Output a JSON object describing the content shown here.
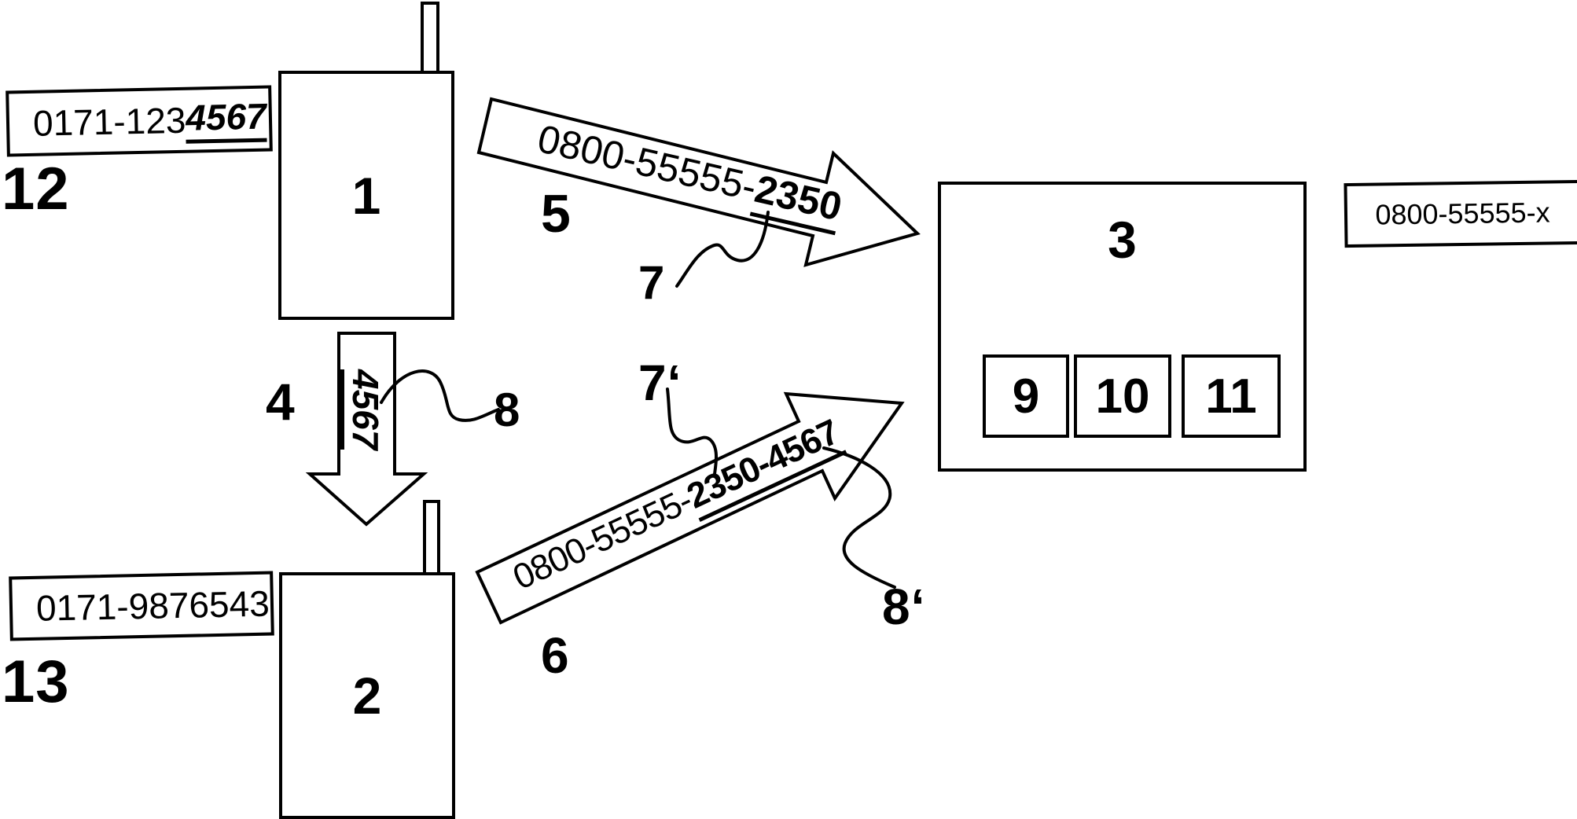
{
  "palette": {
    "ink": "#000000",
    "background": "#ffffff"
  },
  "boxes": {
    "phone1": {
      "ref": "1"
    },
    "phone2": {
      "ref": "2"
    },
    "exchange": {
      "ref": "3",
      "modules": [
        {
          "ref": "9"
        },
        {
          "ref": "10"
        },
        {
          "ref": "11"
        }
      ],
      "number_label": "0800-55555-x"
    }
  },
  "labels": {
    "caller1_number": {
      "prefix": "0171-123",
      "highlight": "4567",
      "ref": "12"
    },
    "caller2_number": {
      "value": "0171-9876543",
      "ref": "13"
    }
  },
  "arrows": {
    "call_from_phone1": {
      "prefix": "0800-55555-",
      "highlight": "2350",
      "ref": "5",
      "leader_ref": "7"
    },
    "call_from_phone2": {
      "prefix": "0800-55555-",
      "highlight": "2350-4567",
      "ref": "6",
      "leader_ref_first": "7‘",
      "leader_ref_second": "8‘"
    },
    "forward_suffix": {
      "value": "4567",
      "ref": "4",
      "leader_ref": "8"
    }
  }
}
